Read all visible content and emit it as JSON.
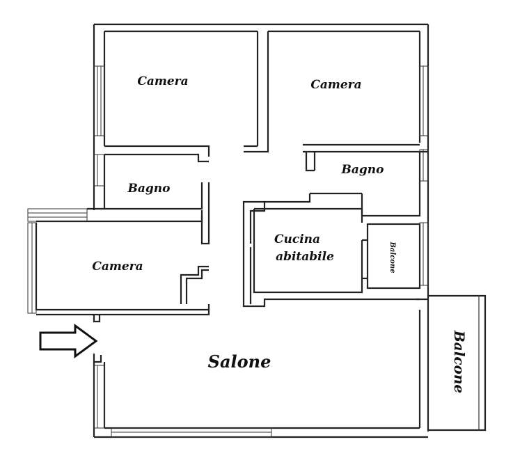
{
  "plan": {
    "rooms": [
      {
        "id": "camera-top-left",
        "label": "Camera"
      },
      {
        "id": "camera-top-right",
        "label": "Camera"
      },
      {
        "id": "bagno-left",
        "label": "Bagno"
      },
      {
        "id": "bagno-right",
        "label": "Bagno"
      },
      {
        "id": "camera-left",
        "label": "Camera"
      },
      {
        "id": "cucina",
        "label_line1": "Cucina",
        "label_line2": "abitabile"
      },
      {
        "id": "balcone-small",
        "label": "Balcone"
      },
      {
        "id": "salone",
        "label": "Salone"
      },
      {
        "id": "balcone-large",
        "label": "Balcone"
      }
    ],
    "entrance_arrow": "entrance-arrow-icon"
  }
}
